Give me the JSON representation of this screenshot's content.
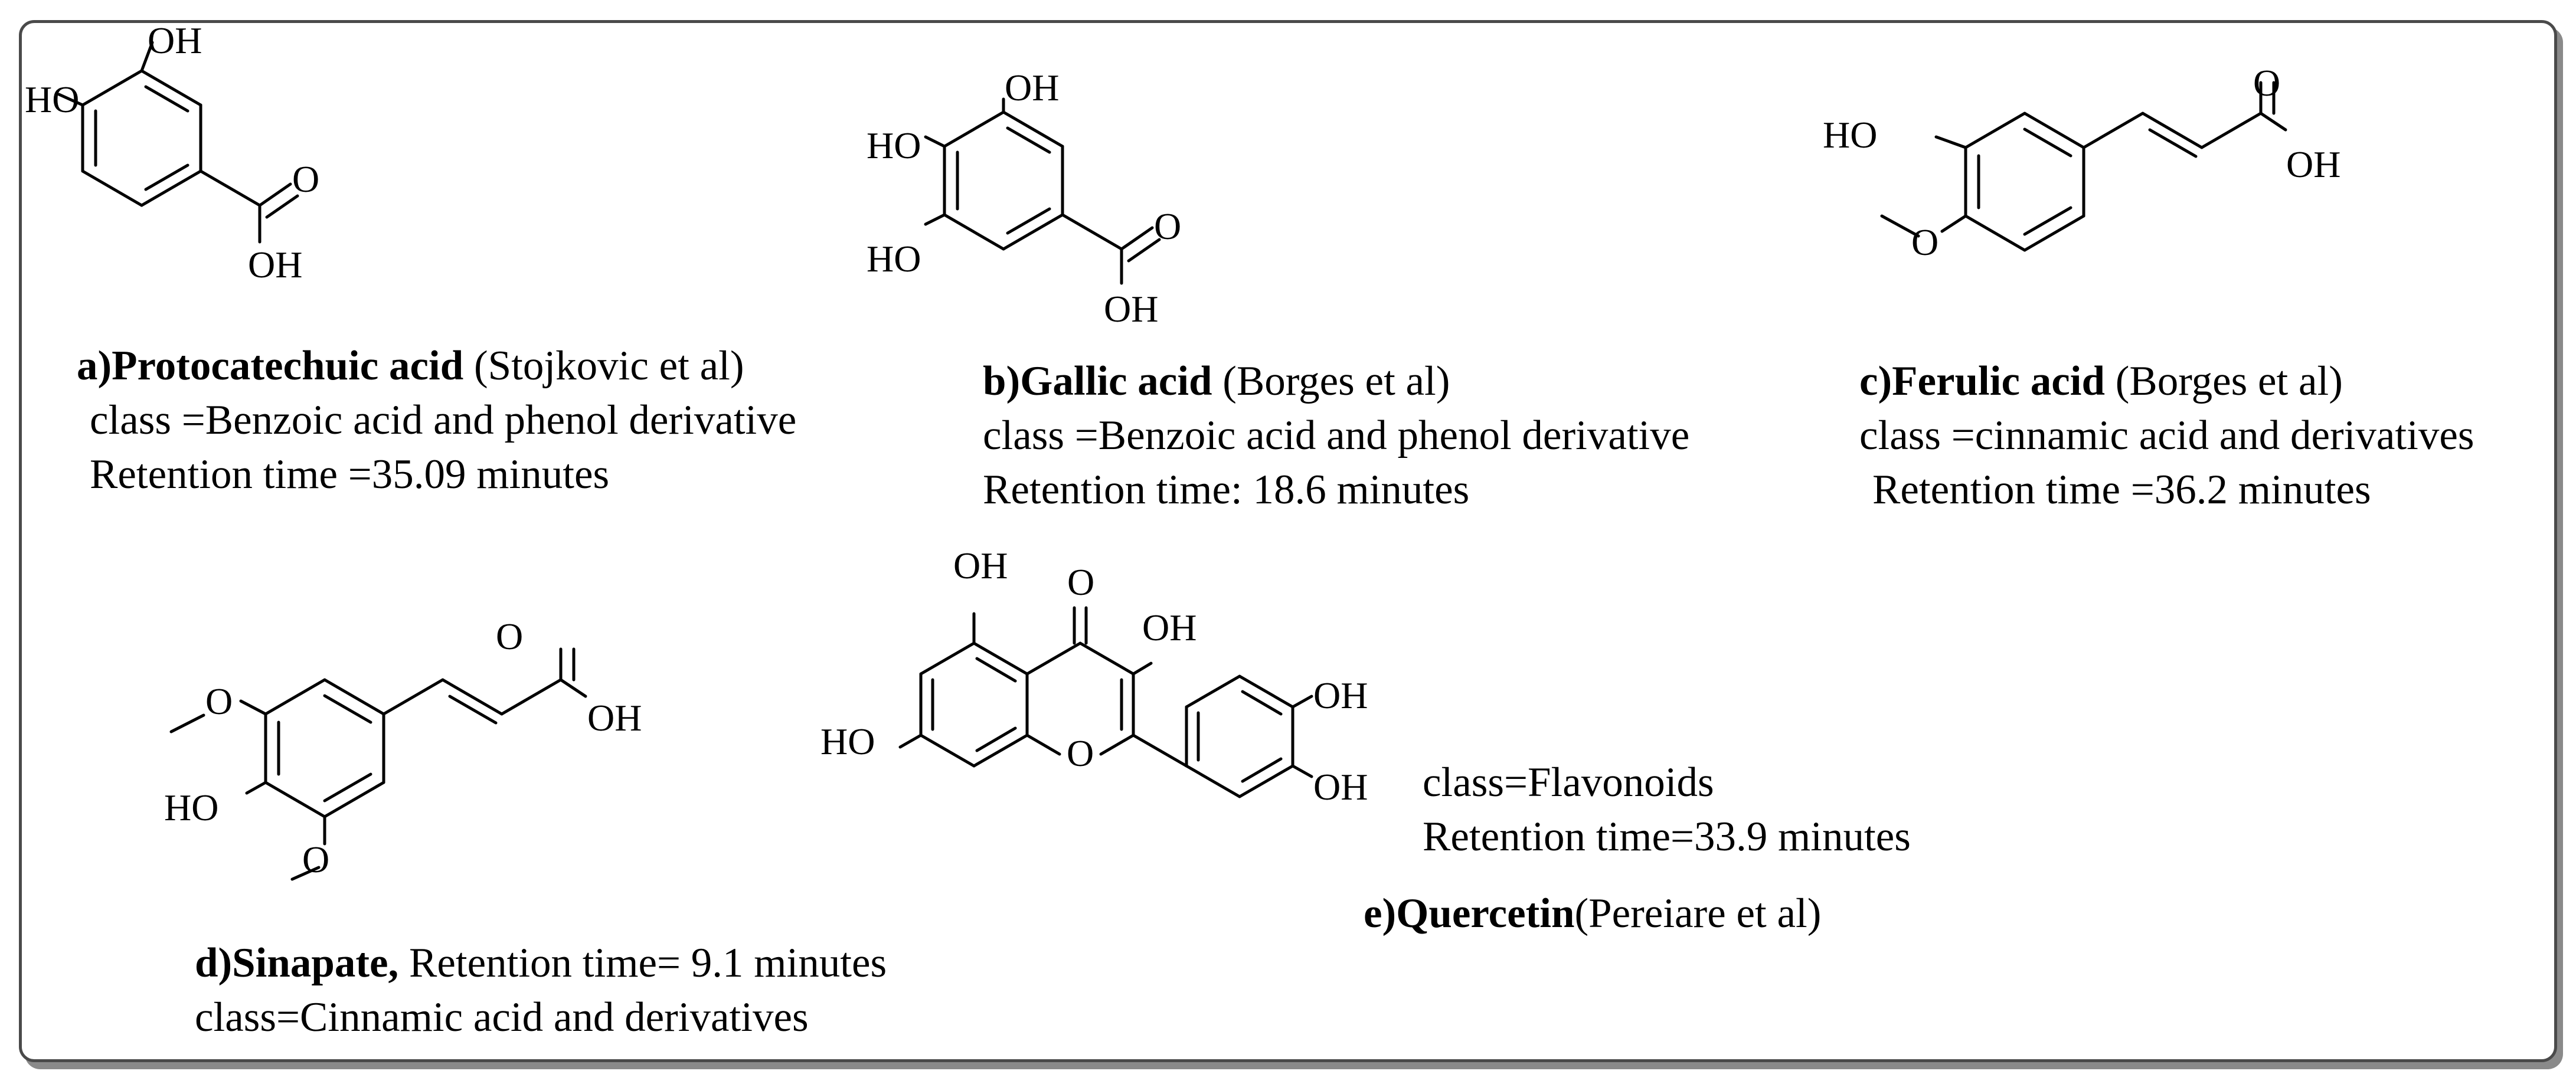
{
  "compounds": [
    {
      "letter": "a)",
      "name": "Protocatechuic acid",
      "ref": " (Stojkovic et al)",
      "class_line": "class =Benzoic acid and phenol derivative",
      "rt_line": "Retention time =35.09 minutes",
      "structure_labels": [
        "HO",
        "OH",
        "O",
        "OH"
      ]
    },
    {
      "letter": "b)",
      "name": "Gallic acid",
      "ref": " (Borges et al)",
      "class_line": "class =Benzoic acid and phenol derivative",
      "rt_line": "Retention time: 18.6 minutes",
      "structure_labels": [
        "OH",
        "HO",
        "HO",
        "O",
        "OH"
      ]
    },
    {
      "letter": "c)",
      "name": "Ferulic acid",
      "ref": " (Borges et al)",
      "class_line": "class =cinnamic acid and derivatives",
      "rt_line": "Retention time =36.2 minutes",
      "structure_labels": [
        "HO",
        "O",
        "O",
        "OH"
      ]
    },
    {
      "letter": "d)",
      "name": "Sinapate,",
      "rt_line": " Retention time= 9.1 minutes",
      "class_line": "class=Cinnamic acid and derivatives",
      "structure_labels": [
        "O",
        "HO",
        "O",
        "O",
        "OH"
      ]
    },
    {
      "letter": "e)",
      "name": "Quercetin",
      "ref": "(Pereiare et al)",
      "class_line": "class=Flavonoids",
      "rt_line": "Retention time=33.9 minutes",
      "structure_labels": [
        "OH",
        "O",
        "OH",
        "HO",
        "O",
        "OH",
        "OH"
      ]
    }
  ]
}
